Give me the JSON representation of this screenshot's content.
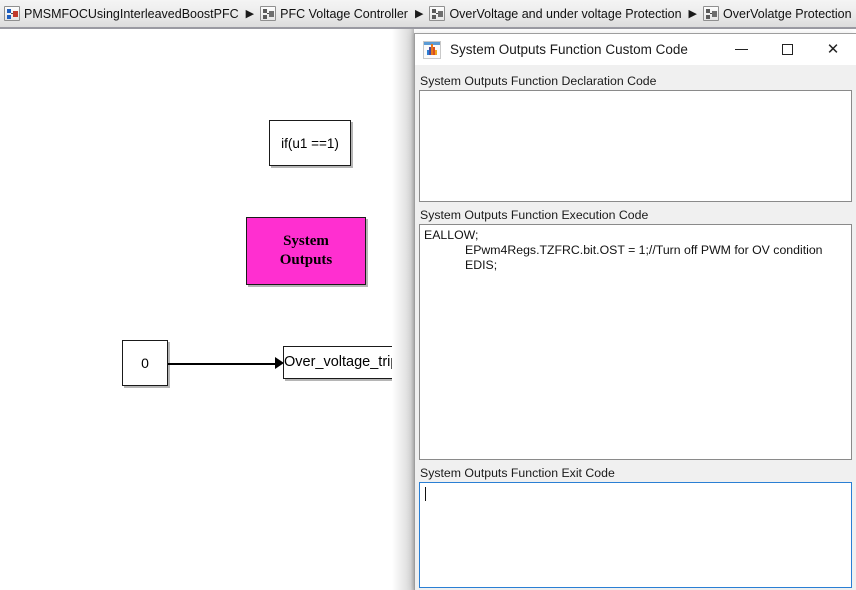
{
  "breadcrumb": {
    "items": [
      {
        "label": "PMSMFOCUsingInterleavedBoostPFC",
        "icon": "simulink-model-icon"
      },
      {
        "label": "PFC Voltage Controller",
        "icon": "simulink-subsystem-icon"
      },
      {
        "label": "OverVoltage and under voltage Protection",
        "icon": "simulink-subsystem-icon"
      },
      {
        "label": "OverVolatge Protection",
        "icon": "simulink-subsystem-icon"
      }
    ]
  },
  "canvas": {
    "blocks": {
      "if_block": {
        "label": "if(u1 ==1)"
      },
      "system_outputs_block": {
        "line1": "System",
        "line2": "Outputs",
        "color": "#ff2fd0"
      },
      "constant_block": {
        "value": "0"
      },
      "goto_block": {
        "label": "Over_voltage_trip"
      }
    }
  },
  "dialog": {
    "title": "System Outputs Function Custom Code",
    "app_icon": "matlab-icon",
    "window_buttons": {
      "minimize": "minimize-icon",
      "maximize": "maximize-icon",
      "close": "close-icon"
    },
    "sections": {
      "declaration": {
        "label": "System Outputs Function Declaration Code",
        "code": ""
      },
      "execution": {
        "label": "System Outputs Function Execution Code",
        "code": "EALLOW;\n            EPwm4Regs.TZFRC.bit.OST = 1;//Turn off PWM for OV condition\n            EDIS;"
      },
      "exit": {
        "label": "System Outputs Function Exit Code",
        "code": ""
      }
    }
  }
}
